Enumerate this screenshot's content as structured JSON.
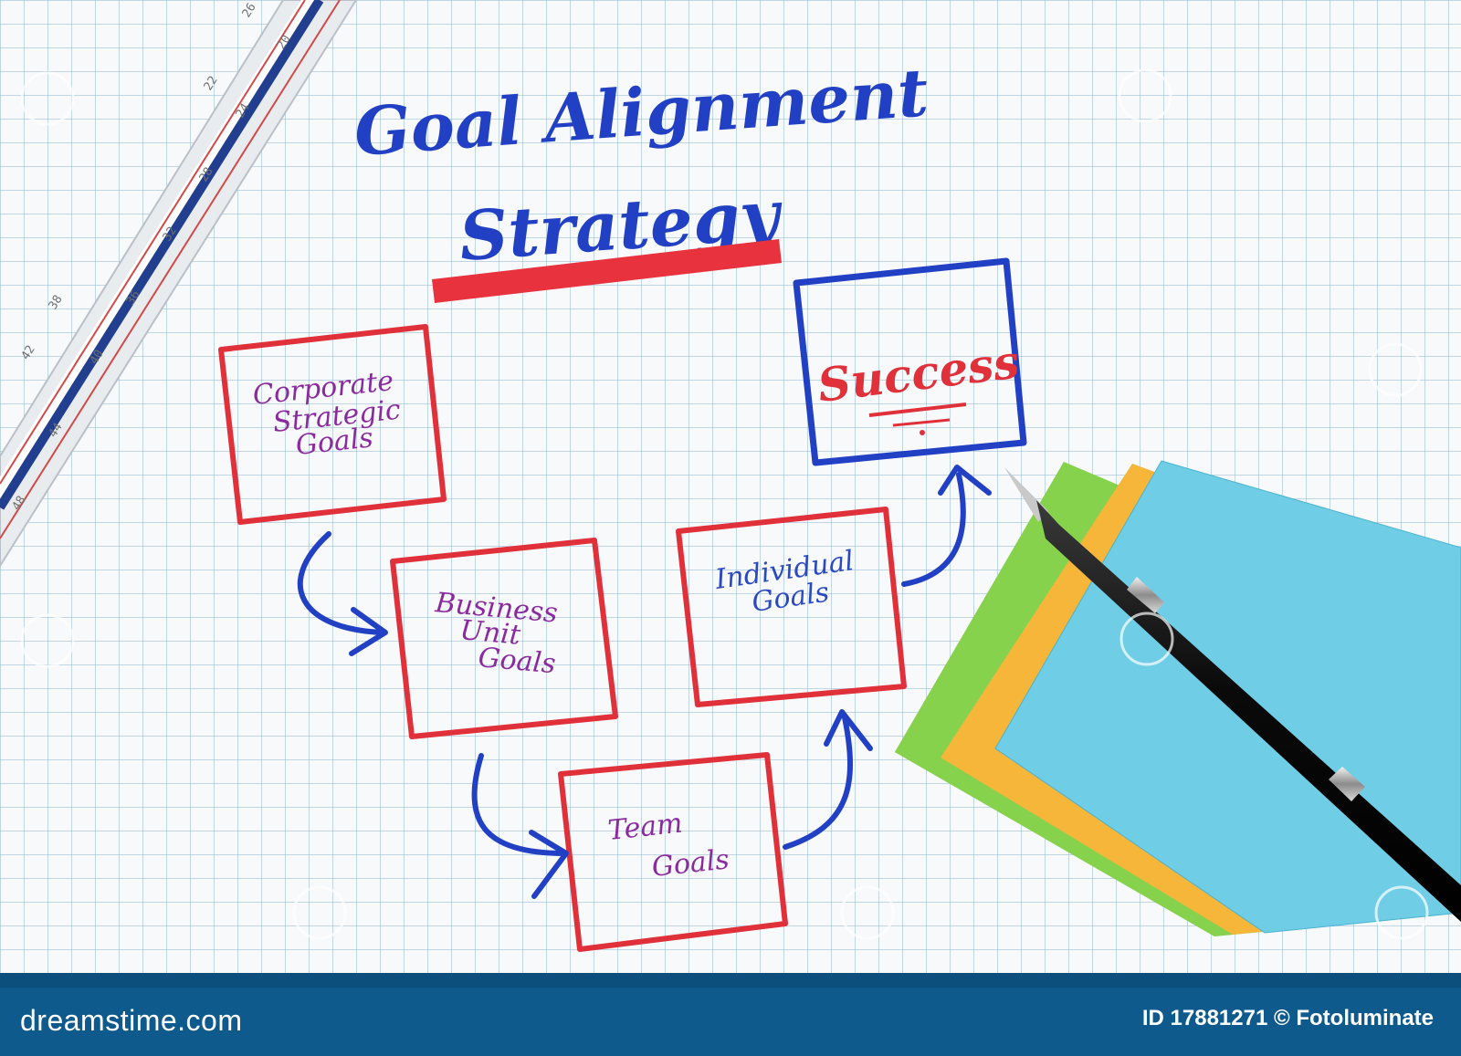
{
  "title": {
    "line1": "Goal Alignment",
    "line2": "Strategy"
  },
  "boxes": {
    "corporate": [
      "Corporate",
      "Strategic",
      "Goals"
    ],
    "business": [
      "Business",
      "Unit",
      "Goals"
    ],
    "team": [
      "Team",
      "Goals"
    ],
    "individual": [
      "Individual",
      "Goals"
    ],
    "success": "Success"
  },
  "colors": {
    "ink_blue": "#2140c4",
    "ink_red": "#e0303a",
    "ink_purple": "#8a2a9e",
    "footer": "#0f5a8c"
  },
  "ruler_ticks": [
    "20",
    "22",
    "24",
    "26",
    "28",
    "32",
    "36",
    "38",
    "40",
    "42",
    "44",
    "48"
  ],
  "footer": {
    "logo": "dreamstime.com",
    "credit": "ID 17881271 © Fotoluminate"
  }
}
